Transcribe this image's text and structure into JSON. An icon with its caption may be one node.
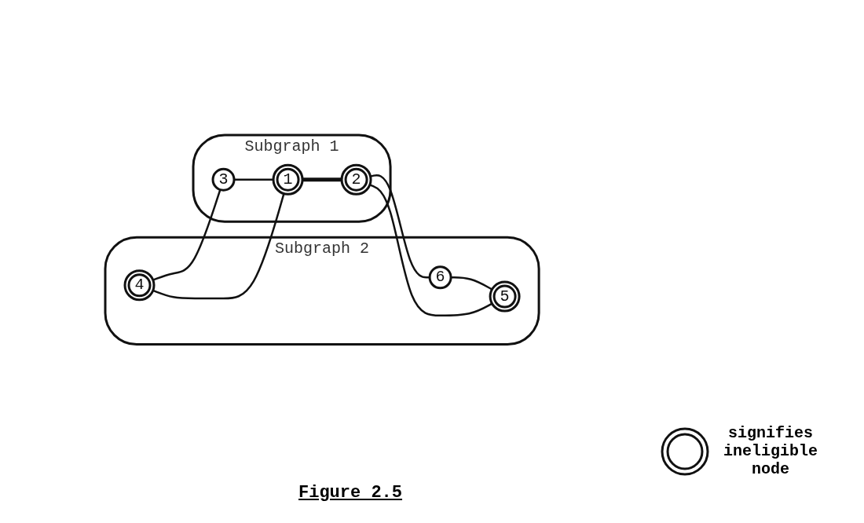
{
  "diagram": {
    "caption": "Figure 2.5",
    "nodes": [
      {
        "text": [
          "Subgraph 2"
        ]
      },
      {
        "text": [
          "4"
        ],
        "in": 0
      },
      {
        "text": [
          "6"
        ],
        "in": 0
      },
      {
        "text": [
          "5"
        ],
        "in": 0
      },
      {
        "text": [
          "Subgraph 1"
        ]
      },
      {
        "text": [
          "1"
        ],
        "in": 4
      },
      {
        "text": [
          "2"
        ],
        "in": 4
      },
      {
        "text": [
          "3"
        ],
        "in": 4
      }
    ],
    "edges": [
      {
        "from": 1,
        "to": 5,
        "arrow": "none"
      },
      {
        "from": 1,
        "to": 7,
        "arrow": "none"
      },
      {
        "from": 7,
        "to": 5,
        "arrow": "none"
      },
      {
        "from": 5,
        "to": 6,
        "arrow": "none",
        "style": "thick"
      },
      {
        "from": 6,
        "to": 2,
        "arrow": "none"
      },
      {
        "from": 2,
        "to": 3,
        "arrow": "none"
      },
      {
        "from": 6,
        "to": 3,
        "arrow": "none"
      }
    ],
    "legend": [
      {
        "text": "signifies ineligible node"
      }
    ]
  }
}
